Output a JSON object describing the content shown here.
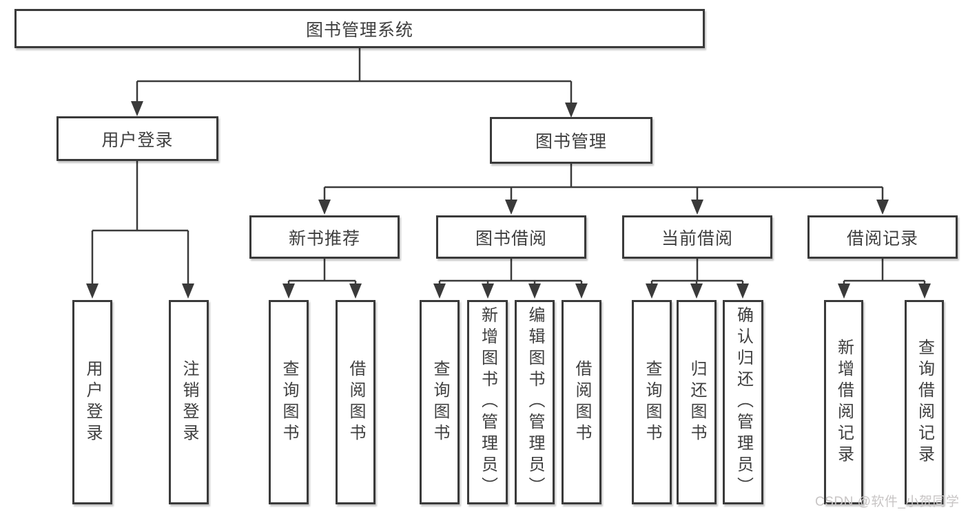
{
  "diagram": {
    "type": "hierarchy",
    "tree": {
      "label": "图书管理系统",
      "children": [
        {
          "label": "用户登录",
          "children": [
            {
              "label": "用户登录"
            },
            {
              "label": "注销登录"
            }
          ]
        },
        {
          "label": "图书管理",
          "children": [
            {
              "label": "新书推荐",
              "children": [
                {
                  "label": "查询图书"
                },
                {
                  "label": "借阅图书"
                }
              ]
            },
            {
              "label": "图书借阅",
              "children": [
                {
                  "label": "查询图书"
                },
                {
                  "label": "新增图书（管理员）"
                },
                {
                  "label": "编辑图书（管理员）"
                },
                {
                  "label": "借阅图书"
                }
              ]
            },
            {
              "label": "当前借阅",
              "children": [
                {
                  "label": "查询图书"
                },
                {
                  "label": "归还图书"
                },
                {
                  "label": "确认归还（管理员）"
                }
              ]
            },
            {
              "label": "借阅记录",
              "children": [
                {
                  "label": "新增借阅记录"
                },
                {
                  "label": "查询借阅记录"
                }
              ]
            }
          ]
        }
      ]
    },
    "colors": {
      "line": "#3a3a3a",
      "box_border": "#3a3a3a",
      "box_fill": "#ffffff",
      "text": "#3f3f3f"
    }
  },
  "watermark": {
    "text": "CSDN @软件_小贺同学",
    "color": "#c8c5c5"
  }
}
